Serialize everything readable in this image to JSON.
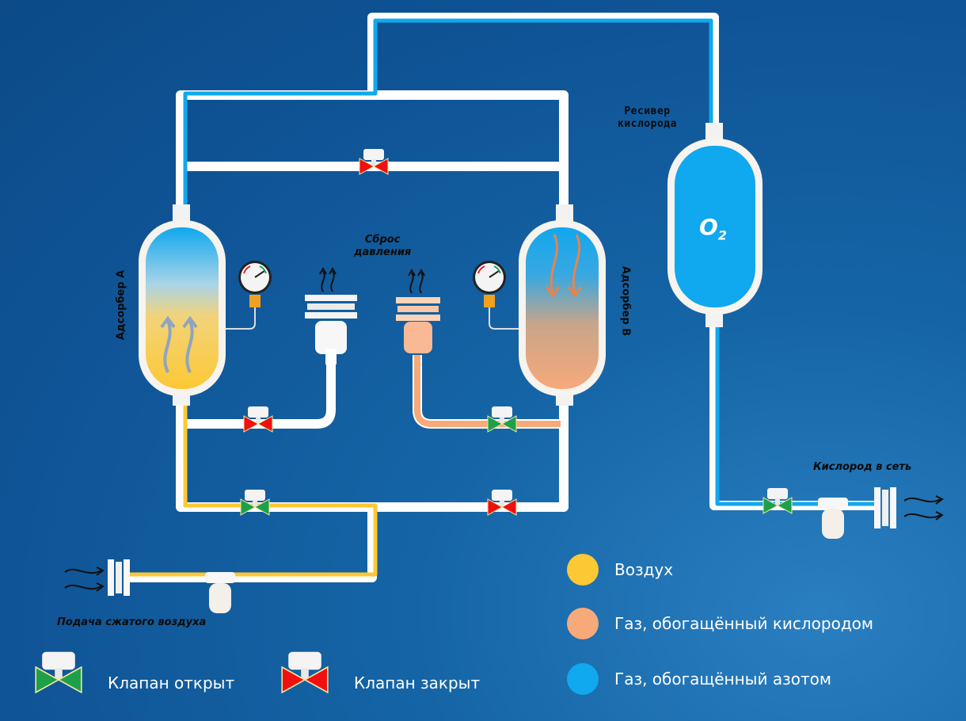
{
  "labels": {
    "receiver": [
      "Ресивер",
      "кислорода"
    ],
    "pressure_release": [
      "Сброс",
      "давления"
    ],
    "adsorber_a": "Адсорбер А",
    "adsorber_b": "Адсорбер В",
    "oxygen_out": "Кислород в сеть",
    "air_in": "Подача сжатого воздуха",
    "o2_main": "O",
    "o2_sub": "2"
  },
  "legend": {
    "items": [
      {
        "label": "Воздух",
        "color": "#fcc834"
      },
      {
        "label": "Газ, обогащённый кислородом",
        "color": "#f7a97a"
      },
      {
        "label": "Газ, обогащённый азотом",
        "color": "#10a8ee"
      }
    ],
    "valve_open": "Клапан открыт",
    "valve_closed": "Клапан закрыт"
  },
  "colors": {
    "air": "#fcc834",
    "oxygen_rich": "#f7a97a",
    "nitrogen_rich": "#10a8ee",
    "pipe": "#ffffff",
    "valve_open": "#1ea04a",
    "valve_closed": "#f01010"
  },
  "valves": [
    {
      "id": "top-bridge",
      "state": "closed"
    },
    {
      "id": "a-release",
      "state": "closed"
    },
    {
      "id": "b-release",
      "state": "open"
    },
    {
      "id": "a-inlet",
      "state": "open"
    },
    {
      "id": "b-inlet",
      "state": "closed"
    },
    {
      "id": "oxygen-out",
      "state": "open"
    }
  ]
}
